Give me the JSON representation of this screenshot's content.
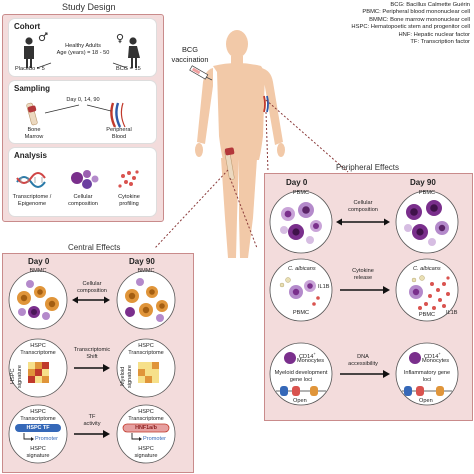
{
  "study_design": {
    "title": "Study Design",
    "cohort": {
      "heading": "Cohort",
      "line1": "Healthy Adults",
      "line2": "Age (years) = 18 - 50",
      "placebo": "Placebo = 5",
      "bcg": "BCG = 15"
    },
    "sampling": {
      "heading": "Sampling",
      "days": "Day 0, 14, 90",
      "bone_marrow": [
        "Bone",
        "Marrow"
      ],
      "peripheral_blood": [
        "Peripheral",
        "Blood"
      ]
    },
    "analysis": {
      "heading": "Analysis",
      "item1": [
        "Transcriptome /",
        "Epigenome"
      ],
      "item2": [
        "Cellular",
        "composition"
      ],
      "item3": [
        "Cytokine",
        "profiling"
      ]
    }
  },
  "legend": [
    "BCG: Bacillus Calmette Guérin",
    "PBMC: Peripheral blood mononuclear cell",
    "BMMC: Bone marrow mononuclear cell",
    "HSPC: Hematopoetic stem and progenitor cell",
    "HNF: Hepatic nuclear factor",
    "TF: Transcription factor"
  ],
  "vaccination_label": [
    "BCG",
    "vaccination"
  ],
  "central": {
    "title": "Central Effects",
    "day0": "Day 0",
    "day90": "Day 90",
    "bmmc": "BMMC",
    "cellular_composition": [
      "Cellular",
      "composition"
    ],
    "hspc_transcriptome": [
      "HSPC",
      "Transcriptome"
    ],
    "transcriptomic_shift": [
      "Transcriptomic",
      "Shift"
    ],
    "hspc_signature_vert": [
      "HSPC",
      "signature"
    ],
    "myeloid_signature_vert": [
      "Myeloid",
      "signature"
    ],
    "tf_activity": [
      "TF",
      "activity"
    ],
    "hspc_tf": "HSPC TF",
    "hnf": "HNF1a/b",
    "promoter": "Promoter",
    "hspc_signature": [
      "HSPC",
      "signature"
    ]
  },
  "peripheral": {
    "title": "Peripheral Effects",
    "day0": "Day 0",
    "day90": "Day 90",
    "pbmc": "PBMC",
    "cellular_composition": [
      "Cellular",
      "composition"
    ],
    "c_albicans": "C. albicans",
    "cytokine_release": [
      "Cytokine",
      "release"
    ],
    "il1b": "IL1B",
    "cd14": "CD14",
    "cd14_sup": "+",
    "monocytes": "Monocytes",
    "dna_accessibility": [
      "DNA",
      "accessibility"
    ],
    "myeloid_loci": [
      "Myeloid development",
      "gene loci"
    ],
    "inflammatory_loci": [
      "Inflammatory gene",
      "loci"
    ],
    "open": "Open"
  },
  "colors": {
    "panel": "#f3dcdc",
    "panel_border": "#c98b8b",
    "purple": "#7a2f8c",
    "orange": "#e0953a",
    "red_dot": "#d9534f",
    "body_skin": "#f2c9a8"
  }
}
